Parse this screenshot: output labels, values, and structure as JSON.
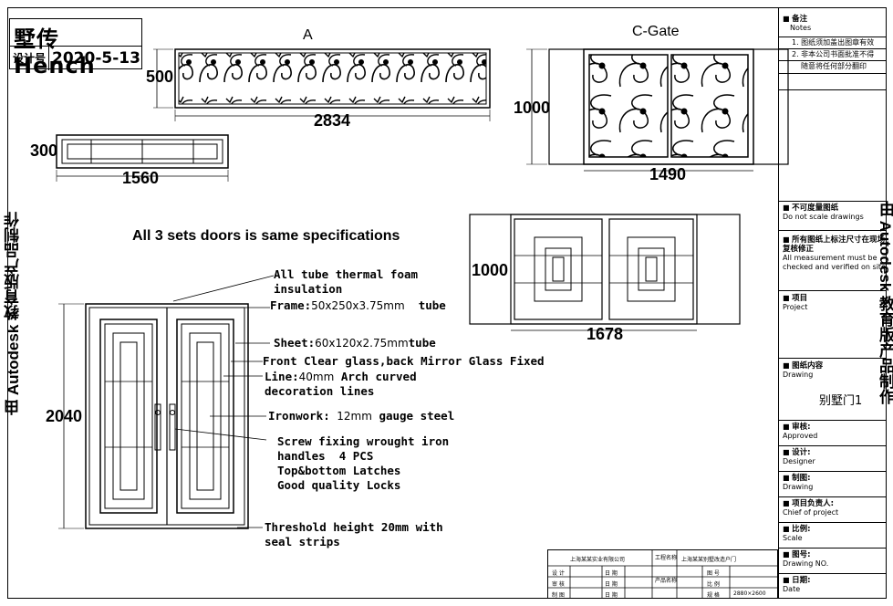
{
  "title_block": {
    "title": "墅传 Hench",
    "label_design_no": "设计号",
    "date": "2020-5-13"
  },
  "views": {
    "a_label": "A",
    "c_gate_label": "C-Gate",
    "a_width": "2834",
    "a_height": "500",
    "transom_width": "1560",
    "transom_height": "300",
    "gate_width": "1490",
    "gate_height": "1000",
    "panel_width": "1678",
    "panel_height": "1000",
    "door_height": "2040"
  },
  "spec_heading": "All 3 sets doors is same specifications",
  "annotations": {
    "insulation": "All tube thermal foam\ninsulation",
    "frame_label": "Frame:",
    "frame_value": "50x250x3.75mm",
    "frame_unit": "tube",
    "sheet_label": "Sheet:",
    "sheet_value": "60x120x2.75mm",
    "sheet_unit": "tube",
    "glass": "Front Clear glass,back Mirror Glass Fixed",
    "line_label": "Line:",
    "line_value": "40mm",
    "line_rest": "Arch curved\ndecoration lines",
    "ironwork_label": "Ironwork:",
    "ironwork_value": "12mm",
    "ironwork_rest": "gauge steel",
    "hardware": "Screw fixing wrought iron\nhandles  4 PCS\nTop&bottom Latches\nGood quality Locks",
    "threshold": "Threshold height 20mm with\nseal strips"
  },
  "watermark_left": "由 Autodesk 教育版产品制作",
  "watermark_right": "由 Autodesk 教育版产品制作",
  "sidebar": {
    "notes_title": "备注",
    "notes_en": "Notes",
    "note1": "1. 图纸须加盖出图章有效",
    "note2": "2. 非本公司书面批准不得",
    "note3": "随意将任何部分翻印",
    "no_scale_cn": "不可度量图纸",
    "no_scale_en": "Do not scale drawings",
    "measure_cn": "所有图纸上标注尺寸在现场复核修正",
    "measure_en": "All measurement must be checked and verified on site",
    "project_cn": "项目",
    "project_en": "Project",
    "drawing_cn": "图纸内容",
    "drawing_en": "Drawing",
    "drawing_name": "别墅门1",
    "approved_cn": "审核:",
    "approved_en": "Approved",
    "designer_cn": "设计:",
    "designer_en": "Designer",
    "drawn_cn": "制图:",
    "drawn_en": "Drawing",
    "chief_cn": "项目负责人:",
    "chief_en": "Chief of project",
    "scale_cn": "比例:",
    "scale_en": "Scale",
    "drawing_no_cn": "图号:",
    "drawing_no_en": "Drawing NO.",
    "date_cn": "日期:",
    "date_en": "Date"
  },
  "bottom_table": {
    "company": "上海某某实业有限公司",
    "project_cn": "工程名称",
    "project_name": "上海某某别墅改造户门",
    "r1": "设 计",
    "r2": "审 核",
    "r3": "制 图",
    "d1": "日 期",
    "d2": "日 期",
    "d3": "日 期",
    "product_cn": "产品名称",
    "code1": "图 号",
    "code2": "比 例",
    "code3": "规 格",
    "size": "2880×2600"
  }
}
